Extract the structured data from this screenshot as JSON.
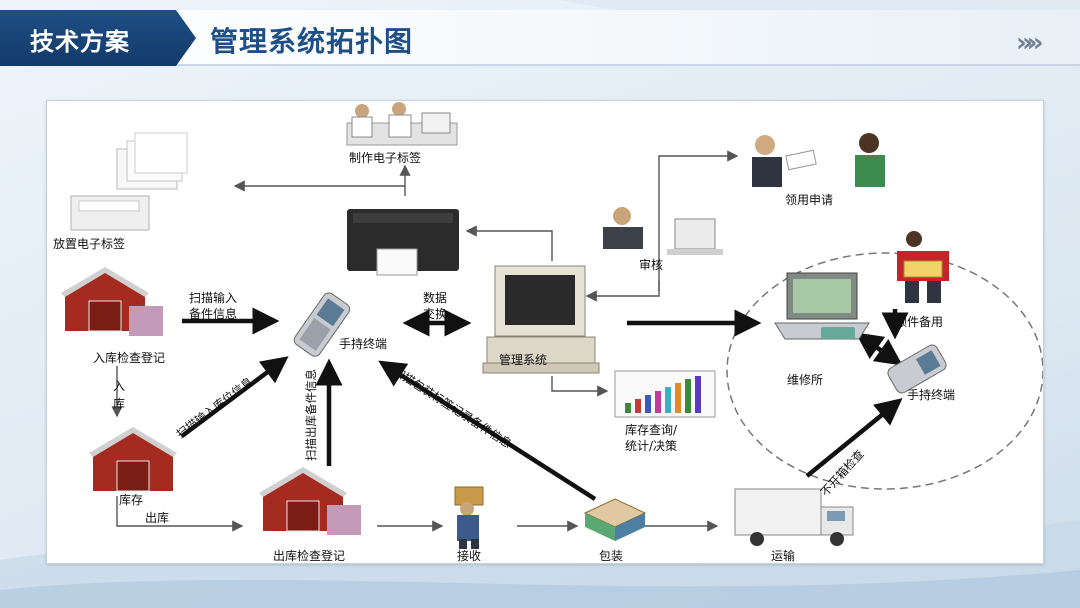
{
  "header": {
    "section_tag": "技术方案",
    "title": "管理系统拓扑图",
    "chevron_glyph": "»»"
  },
  "diagram": {
    "nodes": {
      "make_label": "制作电子标签",
      "place_label": "放置电子标签",
      "inbound_check": "入库检查登记",
      "handheld": "手持终端",
      "management_system": "管理系统",
      "audit": "审核",
      "apply": "领用申请",
      "maintenance": "维修所",
      "parts_use": "领件备用",
      "handheld_2": "手持终端",
      "inventory": "库存",
      "outbound_check": "出库检查登记",
      "receive": "接收",
      "package": "包装",
      "transport": "运输",
      "query": [
        "库存查询/",
        "统计/决策"
      ]
    },
    "edge_labels": {
      "scan_input": "扫描输入",
      "parts_info": "备件信息",
      "data": "数据",
      "exchange": "交换",
      "inbound": "入",
      "warehouse": "库",
      "outbound": "出库",
      "scan_location": "扫描输入库位信息",
      "scan_outbound": "扫描出库备件信息",
      "scan_package": "扫描包装标签记录备件信息",
      "unopened_check": "不开箱检查"
    }
  }
}
